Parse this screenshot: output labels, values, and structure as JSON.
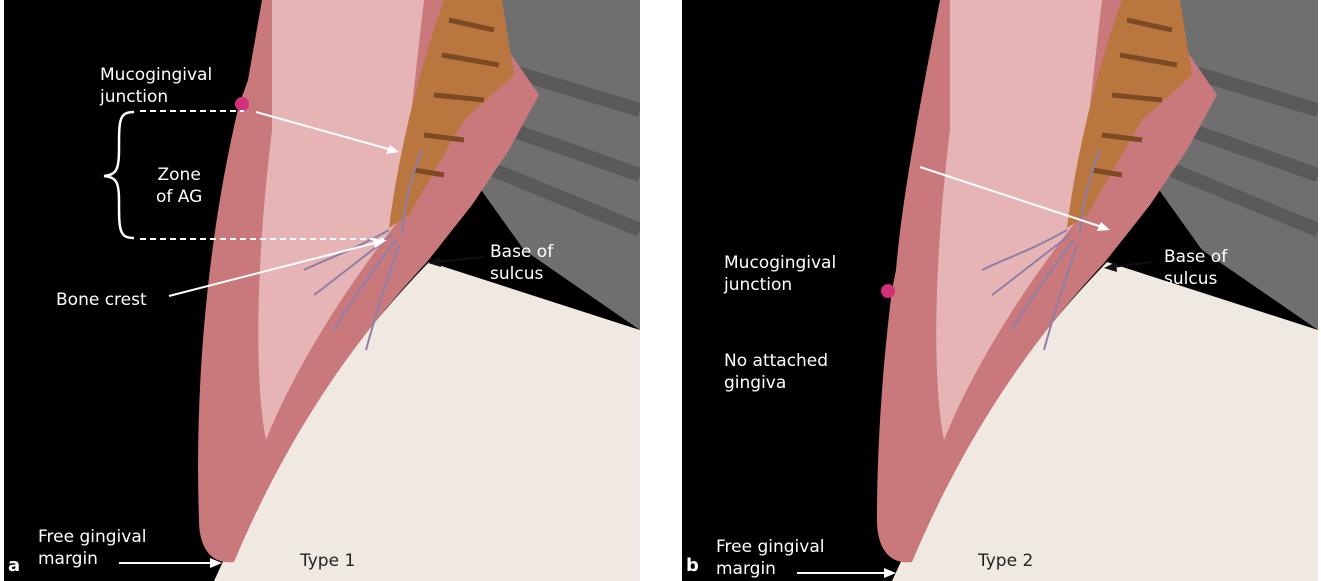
{
  "panels": [
    {
      "letter": "a",
      "type_label": "Type 1",
      "labels": {
        "mucogingival": [
          "Mucogingival",
          "junction"
        ],
        "zone": [
          "Zone",
          "of AG"
        ],
        "bone_crest": "Bone crest",
        "base": [
          "Base of",
          "sulcus"
        ],
        "free": [
          "Free gingival",
          "margin"
        ]
      }
    },
    {
      "letter": "b",
      "type_label": "Type 2",
      "labels": {
        "mucogingival": [
          "Mucogingival",
          "junction"
        ],
        "no_attached": [
          "No attached",
          "gingiva"
        ],
        "base": [
          "Base of",
          "sulcus"
        ],
        "free": [
          "Free gingival",
          "margin"
        ]
      }
    }
  ],
  "colors": {
    "background": "#000000",
    "gingiva": "#c9787c",
    "gingiva_inner": "#e6b4b4",
    "bone": "#b9763f",
    "tooth": "#efe9e1",
    "gray_tissue": "#6f6f6f",
    "marker": "#d1307a"
  }
}
